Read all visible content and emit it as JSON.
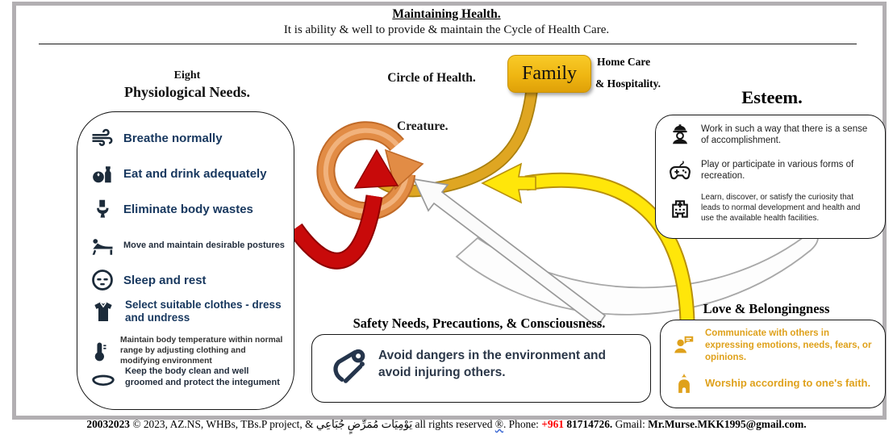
{
  "header": {
    "title": "Maintaining Health.",
    "subtitle": "It is ability & well to provide & maintain the Cycle of Health Care."
  },
  "physiological": {
    "title_line1": "Eight",
    "title_line2": "Physiological Needs.",
    "items": [
      {
        "icon": "wind-icon",
        "label": "Breathe normally"
      },
      {
        "icon": "food-drink-icon",
        "label": "Eat and drink adequately"
      },
      {
        "icon": "toilet-icon",
        "label": "Eliminate body wastes"
      },
      {
        "icon": "posture-icon",
        "label": "Move and maintain desirable postures"
      },
      {
        "icon": "sleep-icon",
        "label": "Sleep and rest"
      },
      {
        "icon": "clothes-icon",
        "label": "Select suitable clothes - dress and undress"
      },
      {
        "icon": "thermometer-icon",
        "label": "Maintain body temperature within normal range by adjusting clothing and modifying environment"
      },
      {
        "icon": "bath-icon",
        "label": "Keep the body clean and well groomed and protect the integument"
      }
    ]
  },
  "circle": {
    "title": "Circle of Health.",
    "center_label": "Creature."
  },
  "family": {
    "label": "Family",
    "note_line1": "Home Care",
    "note_line2": "& Hospitality."
  },
  "esteem": {
    "title": "Esteem.",
    "items": [
      {
        "icon": "worker-icon",
        "text": "Work in such a way that there is a sense of accomplishment."
      },
      {
        "icon": "game-controller-icon",
        "text": "Play or participate in various forms of recreation."
      },
      {
        "icon": "hospital-icon",
        "text": "Learn, discover, or satisfy the curiosity that leads to normal development and health and use the available health facilities."
      }
    ]
  },
  "love": {
    "title": "Love & Belongingness",
    "items": [
      {
        "icon": "communicate-icon",
        "text": "Communicate with others in expressing emotions, needs, fears, or opinions."
      },
      {
        "icon": "worship-icon",
        "text": "Worship according to one's faith."
      }
    ]
  },
  "safety": {
    "title": "Safety Needs, Precautions, & Consciousness.",
    "items": [
      {
        "icon": "safety-pin-icon",
        "text": "Avoid dangers in the environment and avoid injuring others."
      }
    ]
  },
  "footer": {
    "date_code": "20032023",
    "copyright": "© 2023, AZ.NS, WHBs, TBs.P project, &",
    "arabic": "يَوْمِيَات مُمَرِّضٍ جُبَاعِي",
    "rights": "all rights reserved",
    "registered": "®",
    "sep": ".  Phone:",
    "phone_code": "+961",
    "phone_number": "81714726.",
    "gmail_label": "Gmail:",
    "gmail": "Mr.Murse.MKK1995@gmail.com."
  },
  "colors": {
    "ring_orange": "#E28C45",
    "arrow_red": "#C80A0A",
    "arrow_yellow": "#FFE60A",
    "gold_band": "#DFA622",
    "family_gold": "#EFB612",
    "navy_text": "#17375E",
    "love_gold": "#DFA11B",
    "phone_red": "#FF0000",
    "frame_gray": "#B2AFB2"
  }
}
